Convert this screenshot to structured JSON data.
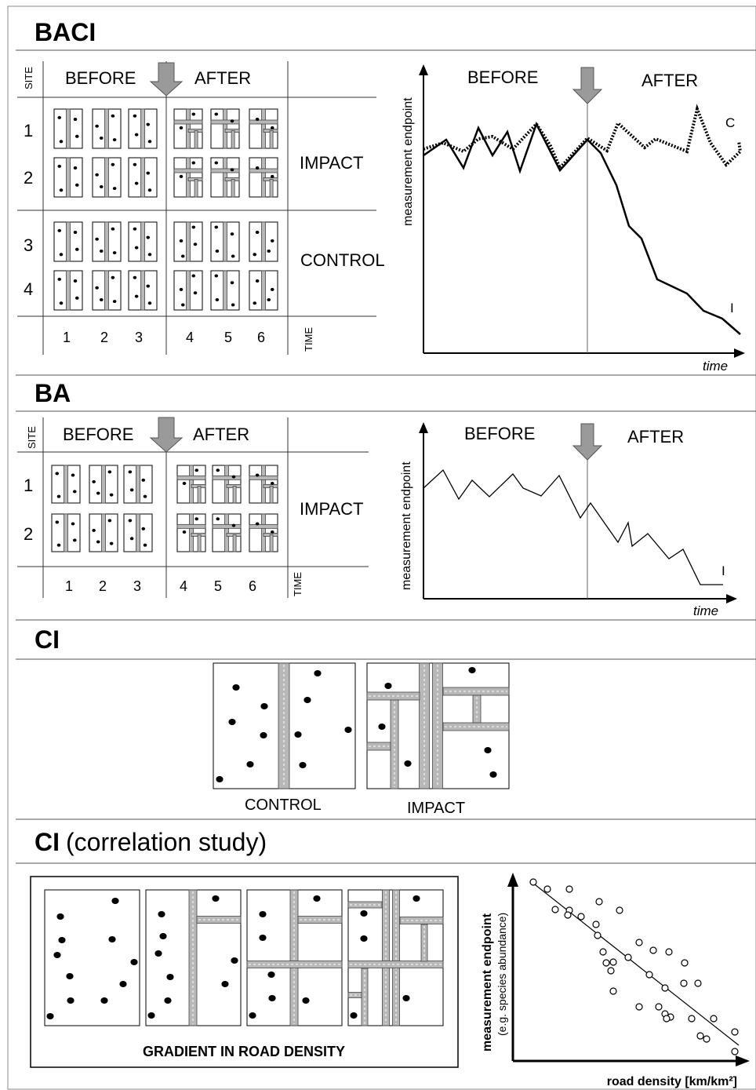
{
  "sections": {
    "baci": {
      "title": "BACI",
      "site_label": "SITE",
      "time_label": "TIME",
      "before": "BEFORE",
      "after": "AFTER",
      "groups": [
        "IMPACT",
        "CONTROL"
      ],
      "sites": [
        "1",
        "2",
        "3",
        "4"
      ],
      "times": [
        "1",
        "2",
        "3",
        "4",
        "5",
        "6"
      ],
      "plot": {
        "y_axis": "measurement endpoint",
        "x_axis": "time",
        "before": "BEFORE",
        "after": "AFTER",
        "control_series": "C",
        "impact_series": "I"
      }
    },
    "ba": {
      "title": "BA",
      "site_label": "SITE",
      "time_label": "TIME",
      "before": "BEFORE",
      "after": "AFTER",
      "groups": [
        "IMPACT"
      ],
      "sites": [
        "1",
        "2"
      ],
      "times": [
        "1",
        "2",
        "3",
        "4",
        "5",
        "6"
      ],
      "plot": {
        "y_axis": "measurement endpoint",
        "x_axis": "time",
        "before": "BEFORE",
        "after": "AFTER",
        "impact_series": "I"
      }
    },
    "ci": {
      "title": "CI",
      "control": "CONTROL",
      "impact": "IMPACT"
    },
    "ci_corr": {
      "title": "CI",
      "title_suffix": "(correlation study)",
      "gradient": "GRADIENT IN ROAD DENSITY",
      "y_axis": "measurement endpoint",
      "y_axis_sub": "(e.g. species abundance)",
      "x_axis": "road density [km/km²]"
    }
  },
  "colors": {
    "road": "#b8b8b8",
    "road_outline": "#444444",
    "rule": "#555555",
    "arrow": "#9a9a9a"
  }
}
